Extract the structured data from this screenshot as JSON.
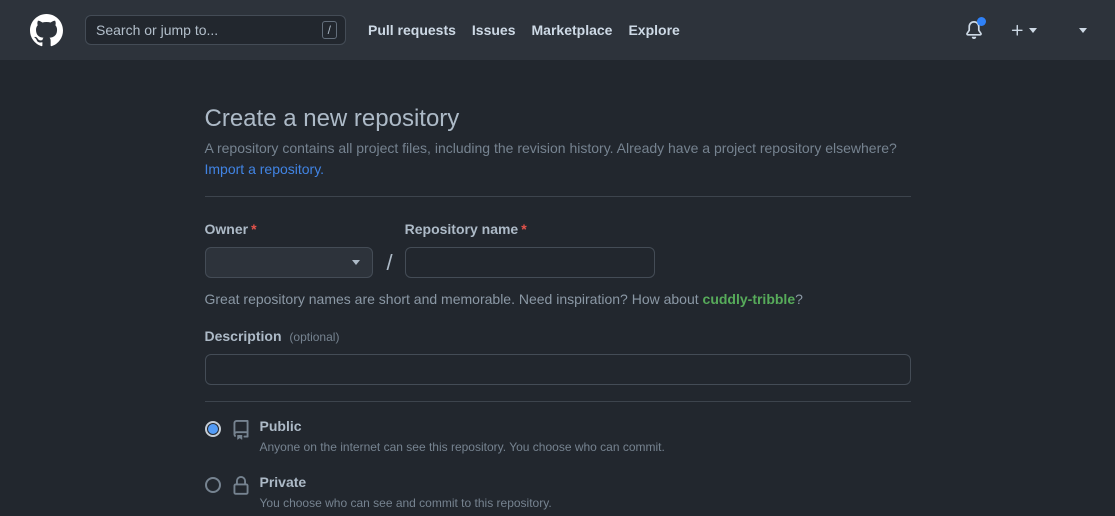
{
  "header": {
    "search": {
      "placeholder": "Search or jump to...",
      "value": "",
      "shortcut_key": "/"
    },
    "nav": [
      {
        "label": "Pull requests"
      },
      {
        "label": "Issues"
      },
      {
        "label": "Marketplace"
      },
      {
        "label": "Explore"
      }
    ],
    "notifications_unread": true
  },
  "page": {
    "title": "Create a new repository",
    "subtitle": "A repository contains all project files, including the revision history. Already have a project repository elsewhere?",
    "import_link": "Import a repository.",
    "form": {
      "owner_label": "Owner",
      "required_marker": "*",
      "owner_value": "",
      "separator": "/",
      "repo_name_label": "Repository name",
      "repo_name_value": "",
      "hint_prefix": "Great repository names are short and memorable. Need inspiration? How about ",
      "hint_suggestion": "cuddly-tribble",
      "hint_suffix": "?",
      "description_label": "Description",
      "description_optional": "(optional)",
      "description_value": "",
      "visibility": [
        {
          "label": "Public",
          "description": "Anyone on the internet can see this repository. You choose who can commit.",
          "selected": true,
          "icon": "repo-icon"
        },
        {
          "label": "Private",
          "description": "You choose who can see and commit to this repository.",
          "selected": false,
          "icon": "lock-icon"
        }
      ]
    }
  },
  "colors": {
    "header_bg": "#2d333b",
    "page_bg": "#22272e",
    "link_blue": "#4184e4",
    "suggestion_green": "#57ab5a",
    "required_red": "#e5534b",
    "notification_dot_blue": "#2f81f7",
    "border": "#444c56"
  }
}
